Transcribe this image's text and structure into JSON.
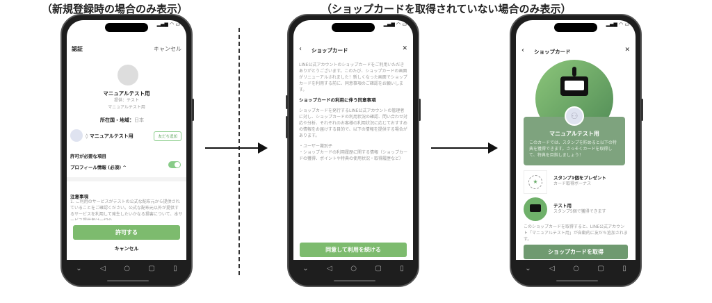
{
  "captions": {
    "left": "（新規登録時の場合のみ表示）",
    "right": "（ショップカードを取得されていない場合のみ表示）"
  },
  "colors": {
    "green": "#7dbb6e",
    "dark_green": "#6f9a70",
    "card_green": "#7ea37e"
  },
  "phone1": {
    "title": "認証",
    "cancel_top": "キャンセル",
    "name": "マニュアルテスト用",
    "provider": "提供：テスト",
    "provider_sub": "マニュアルテスト用",
    "region_label": "所在国・地域：",
    "region_value": "日本",
    "account_name": "マニュアルテスト用",
    "add_friend": "友だち追加",
    "permissions_heading": "許可が必要な項目",
    "profile_perm": "プロフィール情報 (必須) ^",
    "profile_toggle_on": true,
    "notes_heading": "注意事項",
    "notes_text": "1. ご利用のサービスがテストの公式な配布元から提供されていることをご確認ください。公式な配布元以外が提供するサービスを利用して発生したいかなる損害について、本サービス提供者は一切の",
    "allow": "許可する",
    "cancel": "キャンセル"
  },
  "phone2": {
    "title": "ショップカード",
    "intro": "LINE公式アカウントのショップカードをご利用いただきありがとうございます。このたび、ショップカードの画面がリニューアルされました！新しくなった画面でショップカードを利用する前に、同意事項のご確認をお願いします。",
    "heading": "ショップカードの利用に伴う同意事項",
    "body": "ショップカードを発行するLINE公式アカウントの管理者に対し、ショップカードの利用状況の確認、問い合わせ対応や分析、それぞれのお客様の利用状況に応じておすすめの情報をお届けする目的で、以下の情報を提供する場合があります。",
    "item1": "・ユーザー識別子",
    "item2": "・ショップカードの利用履歴に関する情報（ショップカードの獲得、ポイントや特典の使用状況・取得履歴など）",
    "agree": "同意して利用を続ける"
  },
  "phone3": {
    "title": "ショップカード",
    "card_name": "マニュアルテスト用",
    "card_desc": "このカードでは、スタンプを貯めると以下の特典を獲得できます。さっそくカードを取得して、特典を目指しましょう！",
    "reward1_title": "スタンプ1個をプレゼント",
    "reward1_sub": "カード取得ボーナス",
    "reward2_title": "テスト用",
    "reward2_sub": "スタンプ5個で獲得できます",
    "footer": "このショップカードを取得すると、LINE公式アカウント「マニュアルテスト用」が自動的に友だち追加されます。",
    "get": "ショップカードを取得"
  }
}
